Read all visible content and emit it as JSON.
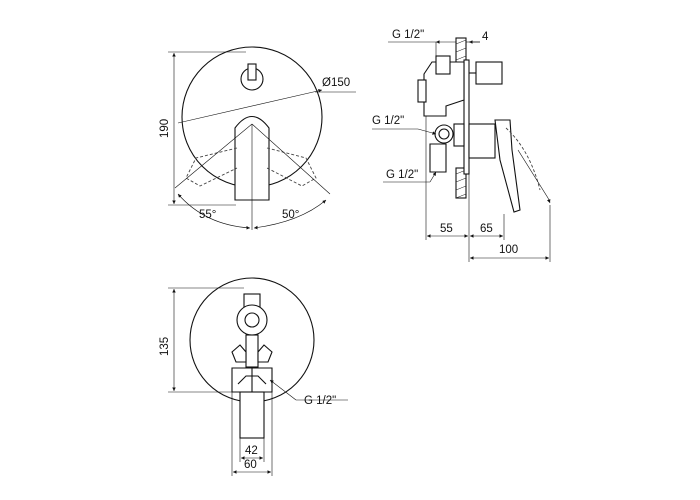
{
  "drawing": {
    "front_view": {
      "diameter": "Ø150",
      "height": "190",
      "angle_left": "55°",
      "angle_right": "50°"
    },
    "side_view": {
      "thread_top": "G 1/2\"",
      "wall": "4",
      "thread_mid": "G 1/2\"",
      "thread_bottom": "G 1/2\"",
      "depth_body": "55",
      "depth_lever": "65",
      "depth_total": "100"
    },
    "rear_view": {
      "height": "135",
      "thread": "G 1/2\"",
      "width_inner": "42",
      "width_outer": "60"
    }
  }
}
